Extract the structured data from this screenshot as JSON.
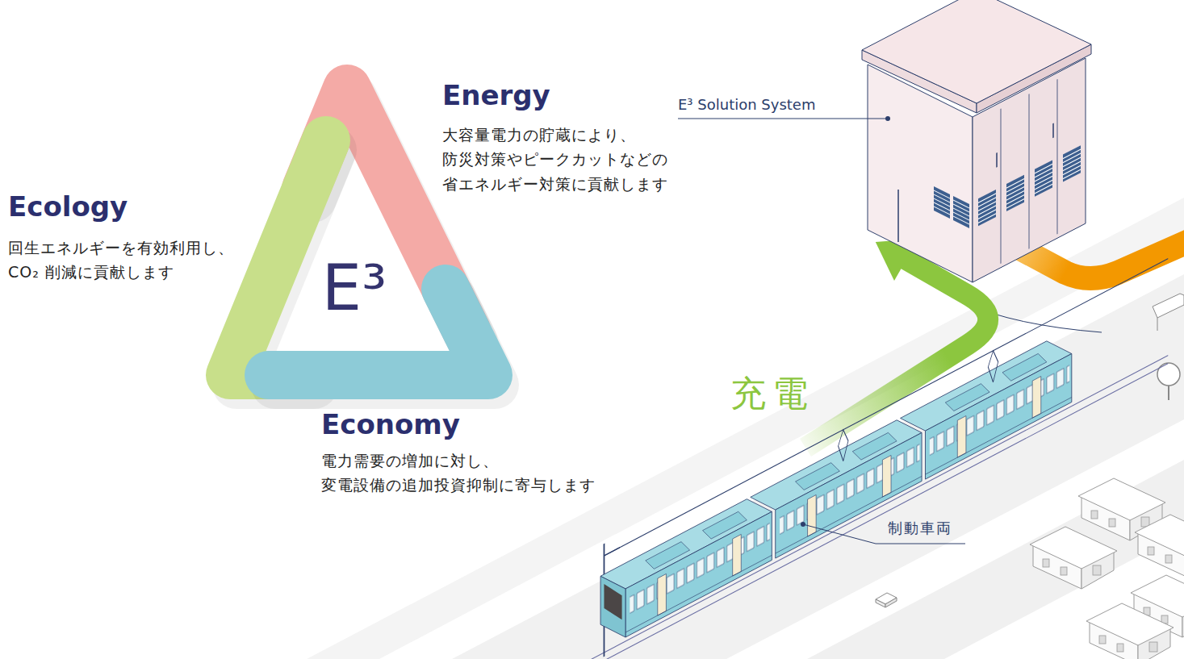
{
  "diagram": {
    "nodes": [
      {
        "text": [
          "Energy",
          "大容量電力の貯蔵により、 防災対策やピークカットなどの 省エネルギー対策に貢献します"
        ]
      },
      {
        "text": [
          "Ecology",
          "回生エネルギーを有効利用し、 CO₂ 削減に貢献します"
        ]
      },
      {
        "text": [
          "Economy",
          "電力需要の増加に対し、 変電設備の追加投資抑制に寄与します"
        ]
      },
      {
        "text": [
          "E³ Solution System"
        ]
      },
      {
        "text": [
          "制動車両"
        ]
      }
    ],
    "edges": [
      {
        "from": 4,
        "to": 3,
        "label": "充電",
        "arrow": "to"
      }
    ],
    "labels": [
      "E³"
    ]
  }
}
